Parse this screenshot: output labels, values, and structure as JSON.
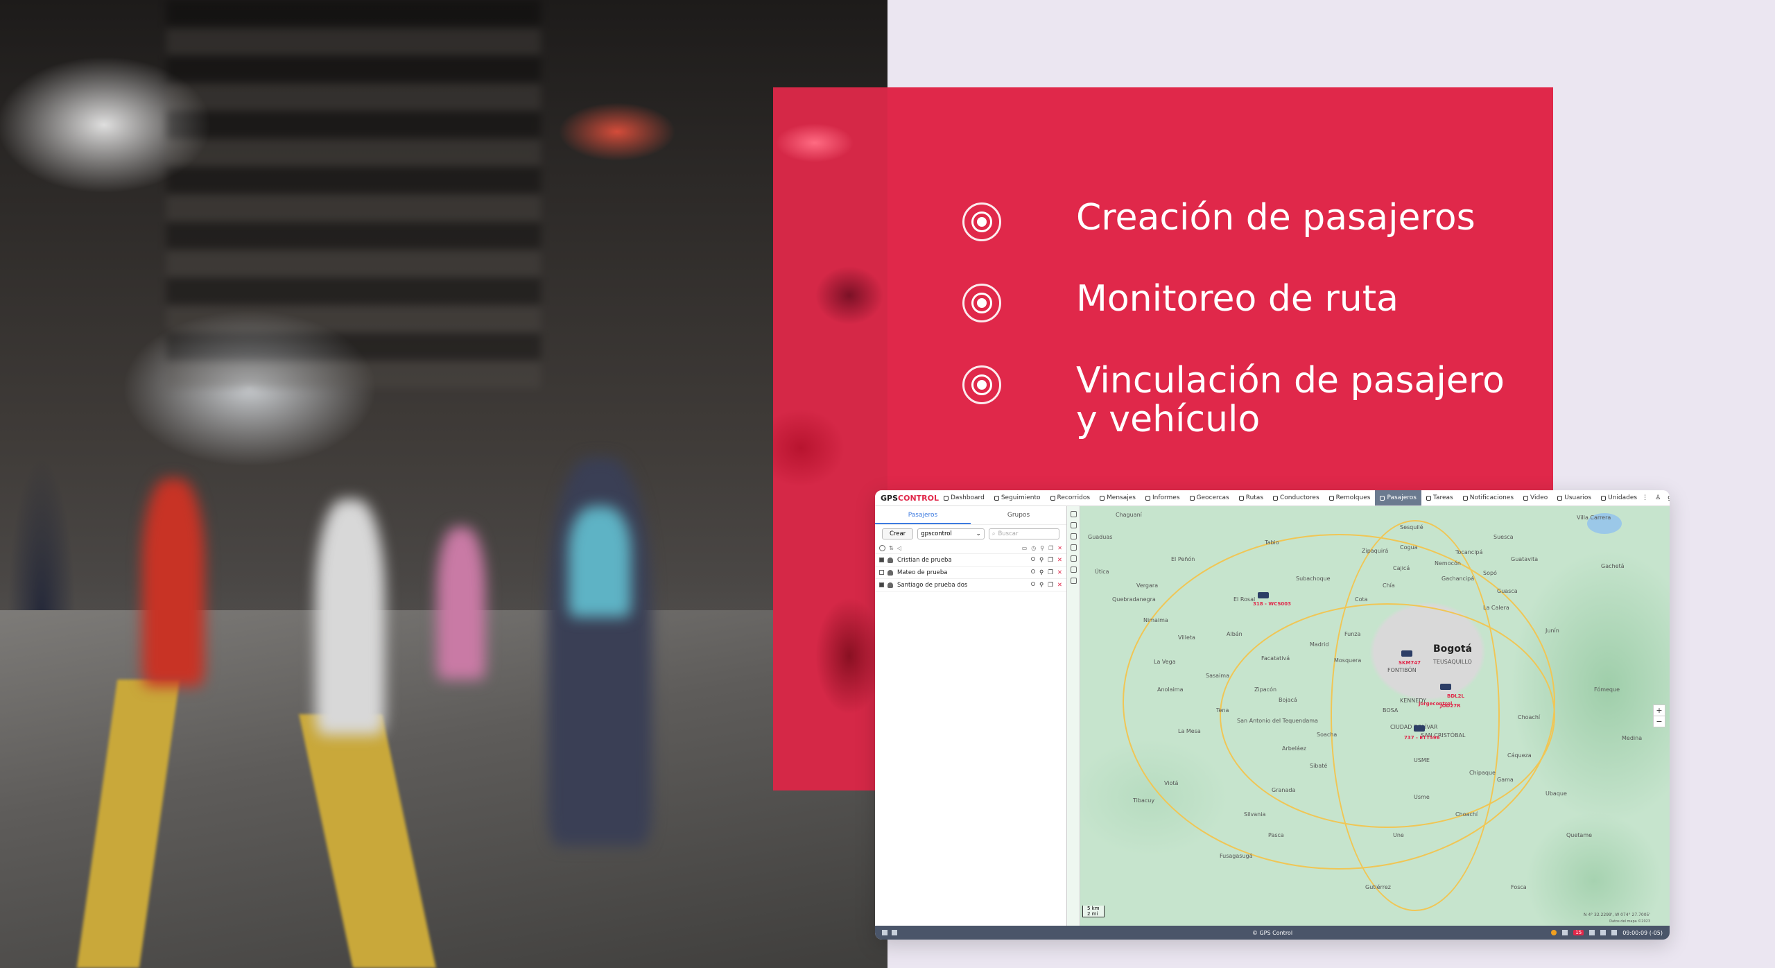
{
  "features": [
    {
      "text": "Creación de pasajeros",
      "icon": "radio-target-icon"
    },
    {
      "text": "Monitoreo de ruta",
      "icon": "radio-target-icon"
    },
    {
      "text": "Vinculación de pasajero\ny vehículo",
      "icon": "radio-target-icon"
    }
  ],
  "app": {
    "logo_main": "GPS",
    "logo_accent": "CONTROL",
    "nav": [
      {
        "label": "Dashboard",
        "icon": "dashboard-icon"
      },
      {
        "label": "Seguimiento",
        "icon": "tracking-icon"
      },
      {
        "label": "Recorridos",
        "icon": "flag-icon"
      },
      {
        "label": "Mensajes",
        "icon": "message-icon"
      },
      {
        "label": "Informes",
        "icon": "report-icon"
      },
      {
        "label": "Geocercas",
        "icon": "geofence-icon"
      },
      {
        "label": "Rutas",
        "icon": "route-icon"
      },
      {
        "label": "Conductores",
        "icon": "driver-icon"
      },
      {
        "label": "Remolques",
        "icon": "trailer-icon"
      },
      {
        "label": "Pasajeros",
        "icon": "passenger-icon",
        "active": true
      },
      {
        "label": "Tareas",
        "icon": "tasks-icon"
      },
      {
        "label": "Notificaciones",
        "icon": "bell-icon"
      },
      {
        "label": "Video",
        "icon": "video-icon"
      },
      {
        "label": "Usuarios",
        "icon": "user-icon"
      },
      {
        "label": "Unidades",
        "icon": "unit-icon"
      }
    ],
    "user": "gpscontrol",
    "sidebar": {
      "tabs": [
        "Pasajeros",
        "Grupos"
      ],
      "create_label": "Crear",
      "account_select": "gpscontrol",
      "search_placeholder": "Buscar",
      "passengers": [
        {
          "name": "Cristian de prueba",
          "checked": true
        },
        {
          "name": "Mateo de prueba",
          "checked": false
        },
        {
          "name": "Santiago de prueba dos",
          "checked": true
        }
      ]
    },
    "map": {
      "city": "Bogotá",
      "labels": [
        "Chaguaní",
        "Tabio",
        "Tocancipá",
        "Sesquilé",
        "Villa Carrera",
        "Guasca",
        "La Calera",
        "Chía",
        "Cota",
        "Funza",
        "Mosquera",
        "Madrid",
        "Facatativá",
        "Soacha",
        "Sibaté",
        "Fusagasugá",
        "Pasca",
        "Une",
        "Chipaque",
        "Cáqueza",
        "Choachí",
        "Usme",
        "Anolaima",
        "La Mesa",
        "Tena",
        "San Antonio del Tequendama",
        "Viotá",
        "Tibacuy",
        "Silvania",
        "Granada",
        "Arbeláez",
        "Gutiérrez",
        "Fómeque",
        "Ubaque",
        "Quetame",
        "Fosca",
        "Junín",
        "Gama",
        "Gachetá",
        "Medina",
        "El Peñón",
        "Choachí",
        "La Vega",
        "Vergara",
        "Nimaima",
        "Útica",
        "Quebradanegra",
        "Villeta",
        "Guaduas",
        "Sasaima",
        "Albán",
        "Zipacón",
        "Bojacá",
        "El Rosal",
        "Subachoque",
        "Zipaquirá",
        "Cogua",
        "Nemocón",
        "Gachancipá",
        "Cajicá",
        "Sopó",
        "Guatavita",
        "Suesca"
      ],
      "districts": [
        "FONTIBÓN",
        "TEUSAQUILLO",
        "KENNEDY",
        "BOSA",
        "CIUDAD BOLÍVAR",
        "SAN CRISTÓBAL",
        "USME"
      ],
      "vehicles": [
        "318 - WCS003",
        "SKM747",
        "737 - ETT596",
        "jorgecontrol",
        "JOD27R",
        "BDL2L"
      ],
      "zoom_in": "+",
      "zoom_out": "−",
      "scale_top": "5 km",
      "scale_bottom": "2 mi",
      "coords": "N 4° 32.2299', W 074° 27.7005'",
      "attribution": "Datos del mapa ©2023"
    },
    "footer": {
      "center": "© GPS Control",
      "alerts": "15",
      "time": "09:00:09 (-05)"
    }
  },
  "colors": {
    "accent_red": "#e0284a",
    "background": "#ebe6f1",
    "footer": "#4a5569"
  }
}
